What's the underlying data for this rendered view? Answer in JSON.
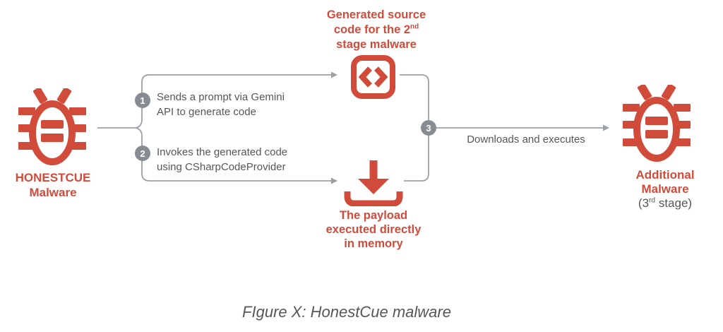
{
  "colors": {
    "red": "#d14b3a",
    "line_gray": "#9aa0a6",
    "circle_gray": "#868c91",
    "text_gray": "#53575c",
    "caption_gray": "#555658",
    "bg": "#ffffff"
  },
  "source_node": {
    "icon": "malware-bug-icon",
    "label_line1": "HONESTCUE",
    "label_line2": "Malware"
  },
  "generated_code_node": {
    "icon": "code-icon",
    "label_line1": "Generated source",
    "label_line2_text": "code for the 2",
    "label_line2_sup": "nd",
    "label_line3": "stage malware"
  },
  "payload_node": {
    "icon": "download-icon",
    "label_line1": "The payload",
    "label_line2": "executed directly",
    "label_line3": "in memory"
  },
  "additional_node": {
    "icon": "malware-bug-icon",
    "label_line1": "Additional",
    "label_line2": "Malware",
    "stage_pre": "(3",
    "stage_sup": "rd",
    "stage_post": " stage)"
  },
  "steps": [
    {
      "number": "1",
      "line1": "Sends a prompt via Gemini",
      "line2": "API to generate code"
    },
    {
      "number": "2",
      "line1": "Invokes the generated code",
      "line2": "using CSharpCodeProvider"
    },
    {
      "number": "3",
      "label": "Downloads and executes"
    }
  ],
  "caption": "FIgure X: HonestCue malware"
}
